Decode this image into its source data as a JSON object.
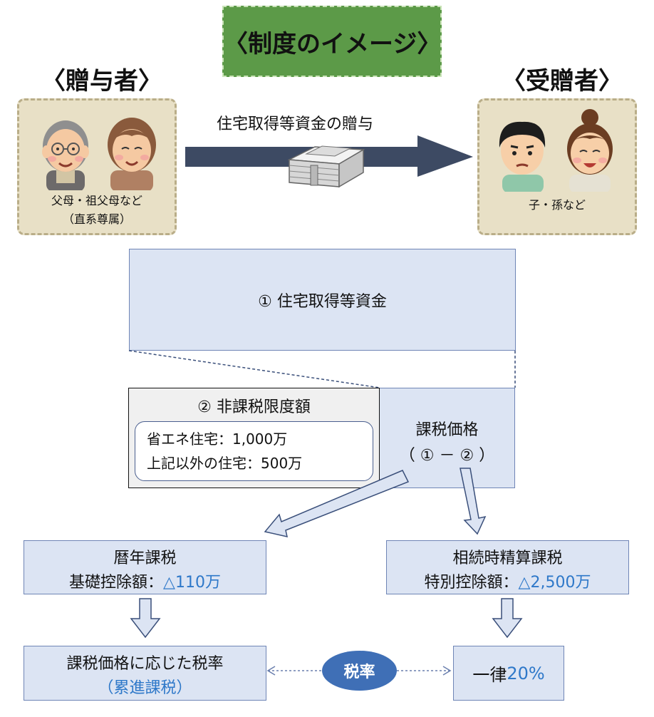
{
  "title": "〈制度のイメージ〉",
  "donor": {
    "heading": "〈贈与者〉",
    "line1": "父母・祖父母など",
    "line2": "（直系尊属）"
  },
  "recipient": {
    "heading": "〈受贈者〉",
    "line1": "子・孫など"
  },
  "transfer_label": "住宅取得等資金の贈与",
  "funds_box": "① 住宅取得等資金",
  "nontax": {
    "title": "② 非課税限度額",
    "line1": "省エネ住宅：1,000万",
    "line2": "上記以外の住宅：500万"
  },
  "taxable": {
    "line1": "課税価格",
    "line2": "（ ① － ② ）"
  },
  "annual": {
    "line1": "暦年課税",
    "line2_prefix": "基礎控除額：",
    "line2_value": "△110万"
  },
  "settlement": {
    "line1": "相続時精算課税",
    "line2_prefix": "特別控除額：",
    "line2_value": "△2,500万"
  },
  "progressive": {
    "line1": "課税価格に応じた税率",
    "line2": "（累進課税）"
  },
  "flat": {
    "prefix": "一律",
    "value": "20%"
  },
  "rate_label": "税率",
  "colors": {
    "title_bg": "#5c9a48",
    "box_fill": "#dce4f3",
    "box_border": "#6f85b6",
    "accent_blue": "#2e78c9",
    "arrow_dark": "#3d4a63",
    "oval": "#3f6fb6"
  }
}
